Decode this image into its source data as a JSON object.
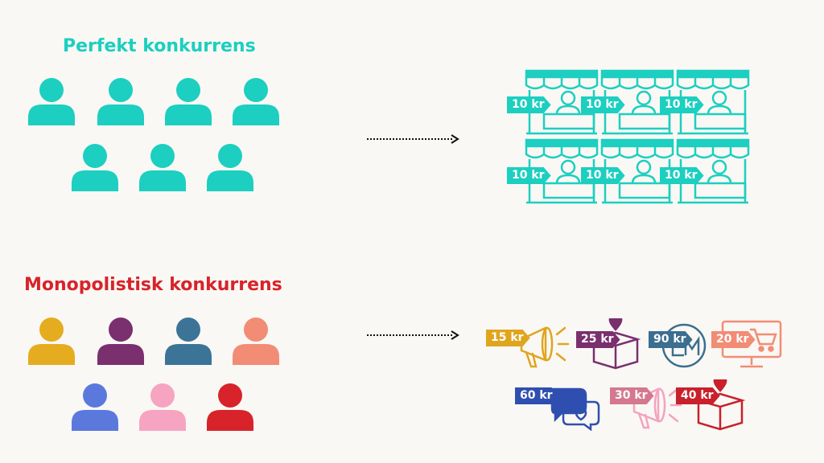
{
  "titles": {
    "perfect": "Perfekt konkurrens",
    "monopolistic": "Monopolistisk konkurrens"
  },
  "colors": {
    "perfect": "#1ccfc0",
    "monopolistic": "#d8232a",
    "mono_people": [
      "#e6ac1f",
      "#7a2f6e",
      "#3b7496",
      "#f28c74",
      "#5b79dd",
      "#f6a4c1",
      "#d8232a"
    ]
  },
  "perfect_prices": [
    "10 kr",
    "10 kr",
    "10 kr",
    "10 kr",
    "10 kr",
    "10 kr"
  ],
  "mono_products": [
    {
      "price": "15 kr",
      "icon": "megaphone-icon",
      "color": "#e0a51e"
    },
    {
      "price": "25 kr",
      "icon": "gift-box-icon",
      "color": "#7a2f6e"
    },
    {
      "price": "90 kr",
      "icon": "em-logo-icon",
      "color": "#3b6e8f"
    },
    {
      "price": "20 kr",
      "icon": "shopping-cart-monitor-icon",
      "color": "#f28c74"
    },
    {
      "price": "60 kr",
      "icon": "chat-bubbles-icon",
      "color": "#2f4fb0"
    },
    {
      "price": "30 kr",
      "icon": "megaphone-icon",
      "color": "#f4a3c0"
    },
    {
      "price": "40 kr",
      "icon": "gift-box-icon",
      "color": "#c9202b"
    }
  ]
}
